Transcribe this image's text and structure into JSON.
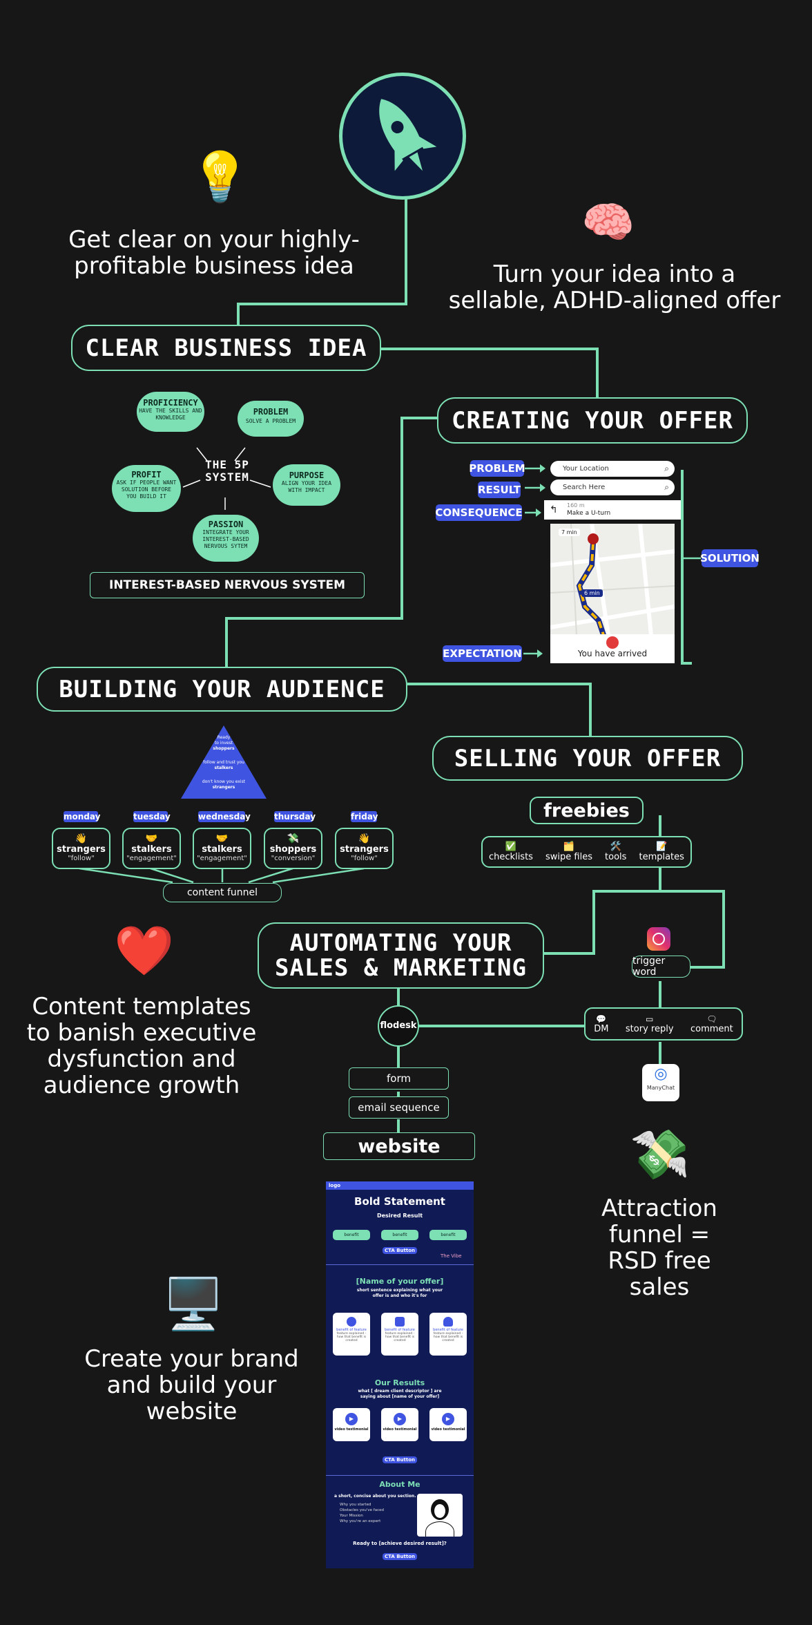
{
  "colors": {
    "accent": "#7de0b5",
    "bg": "#171717",
    "blue": "#3f54e0",
    "navy": "#101a55"
  },
  "captions": {
    "idea": "Get clear on your highly-profitable business idea",
    "offer": "Turn your idea into a sellable, ADHD-aligned offer",
    "content": "Content templates to banish executive dysfunction and audience growth",
    "funnel": "Attraction funnel = RSD free sales",
    "website": "Create your brand and build your website"
  },
  "emoji": {
    "idea": "💡",
    "offer": "🧠",
    "content": "❤️",
    "funnel": "💸",
    "website": "🖥️"
  },
  "headings": {
    "clear": "CLEAR BUSINESS IDEA",
    "creating": "CREATING YOUR OFFER",
    "building": "BUILDING YOUR AUDIENCE",
    "selling": "SELLING YOUR OFFER",
    "automating_1": "AUTOMATING YOUR",
    "automating_2": "SALES & MARKETING"
  },
  "five_p": {
    "center_1": "THE 5P",
    "center_2": "SYSTEM",
    "items": [
      {
        "title": "PROFICIENCY",
        "desc": "HAVE THE SKILLS AND KNOWLEDGE"
      },
      {
        "title": "PROBLEM",
        "desc": "SOLVE A PROBLEM"
      },
      {
        "title": "PROFIT",
        "desc": "ASK IF PEOPLE WANT SOLUTION BEFORE YOU BUILD IT"
      },
      {
        "title": "PURPOSE",
        "desc": "ALIGN YOUR IDEA WITH IMPACT"
      },
      {
        "title": "PASSION",
        "desc": "INTEGRATE YOUR INTEREST-BASED NERVOUS SYTEM"
      }
    ],
    "footer": "INTEREST-BASED NERVOUS SYSTEM"
  },
  "offer_map": {
    "labels": {
      "problem": "PROBLEM",
      "result": "RESULT",
      "consequence": "CONSEQUENCE",
      "expectation": "EXPECTATION",
      "solution": "SOLUTION"
    },
    "search_1": "Your Location",
    "search_2": "Search Here",
    "dist": "160 m",
    "turn": "Make a U-turn",
    "time_1": "7 min",
    "time_2": "6 min",
    "arrived": "You have arrived"
  },
  "pyramid": {
    "top_a": "Ready",
    "top_b": "to invest",
    "top_c": "shoppers",
    "mid_a": "follow and trust you",
    "mid_b": "stalkers",
    "bot_a": "don't know you exist",
    "bot_b": "strangers"
  },
  "days": [
    {
      "day": "monday",
      "emoji": "👋",
      "title": "strangers",
      "sub": "\"follow\""
    },
    {
      "day": "tuesday",
      "emoji": "🤝",
      "title": "stalkers",
      "sub": "\"engagement\""
    },
    {
      "day": "wednesday",
      "emoji": "🤝",
      "title": "stalkers",
      "sub": "\"engagement\""
    },
    {
      "day": "thursday",
      "emoji": "💸",
      "title": "shoppers",
      "sub": "\"conversion\""
    },
    {
      "day": "friday",
      "emoji": "👋",
      "title": "strangers",
      "sub": "\"follow\""
    }
  ],
  "content_funnel": "content funnel",
  "freebies": {
    "title": "freebies",
    "items": [
      {
        "emoji": "✅",
        "label": "checklists"
      },
      {
        "emoji": "🗂️",
        "label": "swipe files"
      },
      {
        "emoji": "🛠️",
        "label": "tools"
      },
      {
        "emoji": "📝",
        "label": "templates"
      }
    ]
  },
  "trigger_word": "trigger word",
  "replies": [
    {
      "icon": "💬",
      "label": "DM"
    },
    {
      "icon": "▭",
      "label": "story reply"
    },
    {
      "icon": "🗨",
      "label": "comment"
    }
  ],
  "manychat": "ManyChat",
  "flodesk": "flodesk",
  "form": "form",
  "email_sequence": "email sequence",
  "website_label": "website",
  "site": {
    "logo": "logo",
    "bold": "Bold Statement",
    "desired": "Desired Result",
    "benefit": "benefit",
    "cta": "CTA Button",
    "vibe": "The Vibe",
    "offer_name": "[Name of your offer]",
    "offer_sub": "short sentence explaining what your offer is and who it's for",
    "feat_t": "benefit of feature",
    "feat_s": "feature explained - how that benefit is created",
    "results": "Our Results",
    "results_sub": "what [ dream client descriptor ] are saying about [name of your offer]",
    "testimonial": "video testimonial",
    "about": "About Me",
    "about_sub": "a short, concise about you section.",
    "b1": "Why you started",
    "b2": "Obstacles you've faced",
    "b3": "Your Mission",
    "b4": "Why you're an expert",
    "ready": "Ready to [achieve desired result]?"
  }
}
